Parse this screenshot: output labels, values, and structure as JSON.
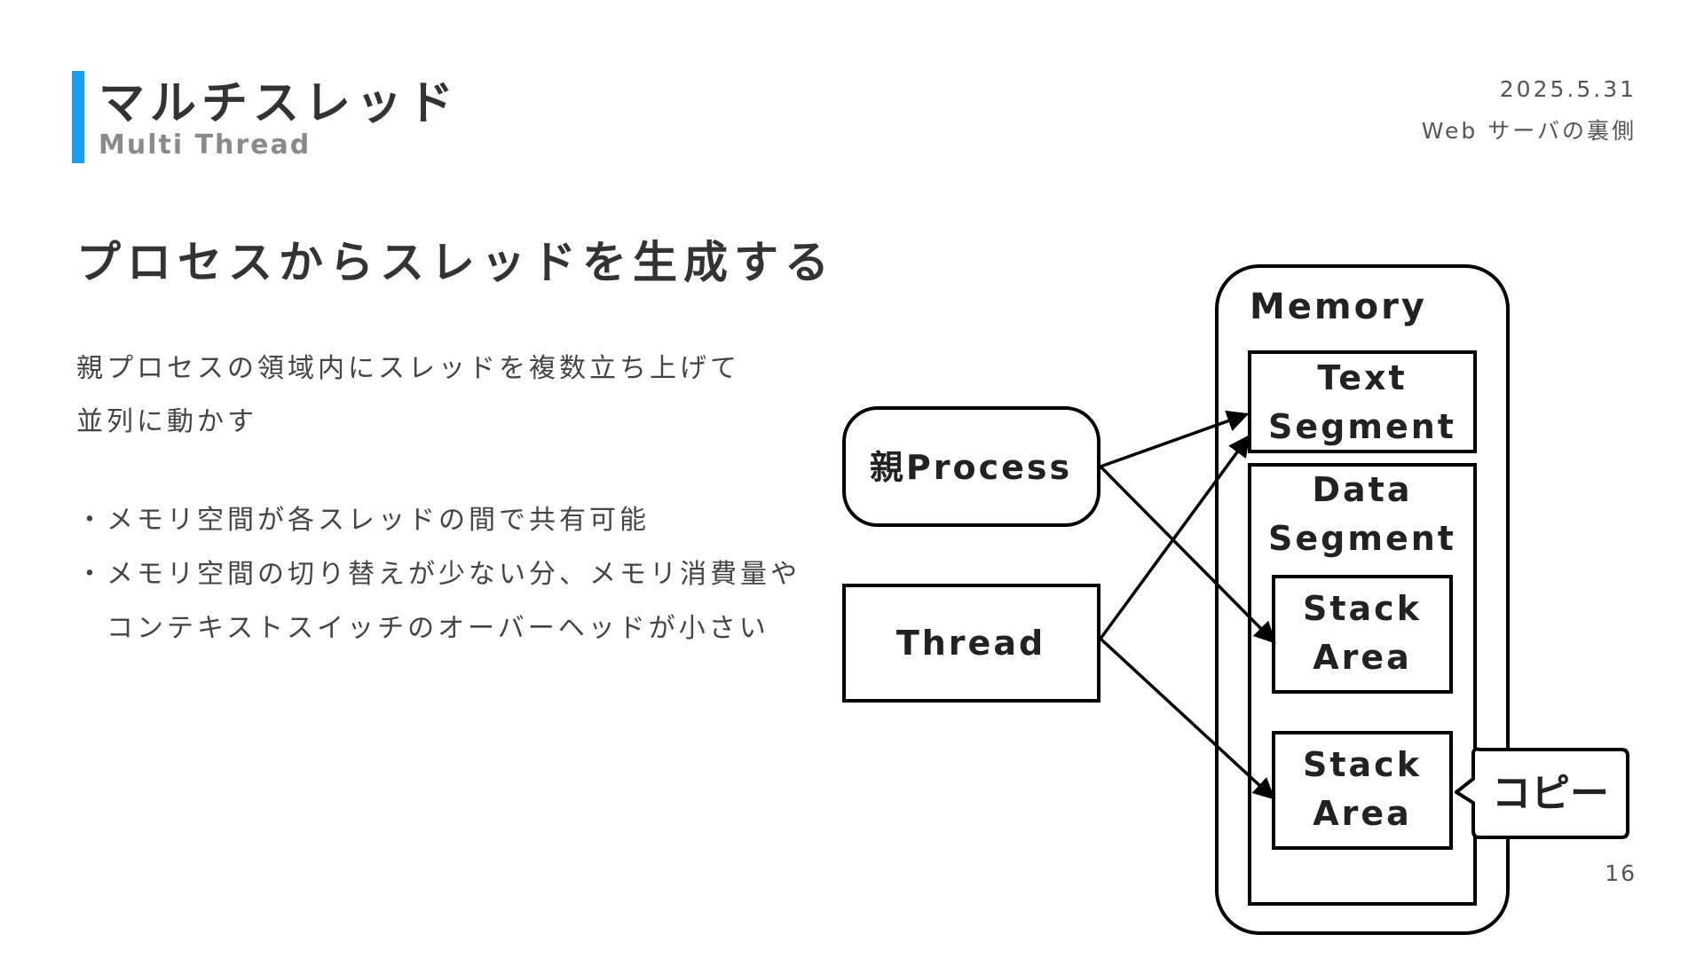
{
  "header": {
    "title": "マルチスレッド",
    "subtitle": "Multi Thread",
    "date": "2025.5.31",
    "deck_title": "Web サーバの裏側"
  },
  "content": {
    "heading": "プロセスからスレッドを生成する",
    "paragraph_lines": [
      "親プロセスの領域内にスレッドを複数立ち上げて",
      "並列に動かす"
    ],
    "bullets": [
      "・メモリ空間が各スレッドの間で共有可能",
      "・メモリ空間の切り替えが少ない分、メモリ消費量や",
      "コンテキストスイッチのオーバーヘッドが小さい"
    ]
  },
  "diagram": {
    "memory_label": "Memory",
    "text_segment": [
      "Text",
      "Segment"
    ],
    "data_segment": [
      "Data",
      "Segment"
    ],
    "stack_area_1": [
      "Stack",
      "Area"
    ],
    "stack_area_2": [
      "Stack",
      "Area"
    ],
    "process_label": "親Process",
    "thread_label": "Thread",
    "copy_label": "コピー"
  },
  "footer": {
    "page_number": "16"
  },
  "colors": {
    "accent": "#1a9cf0",
    "text": "#333333",
    "subtle": "#8a8a8a"
  }
}
